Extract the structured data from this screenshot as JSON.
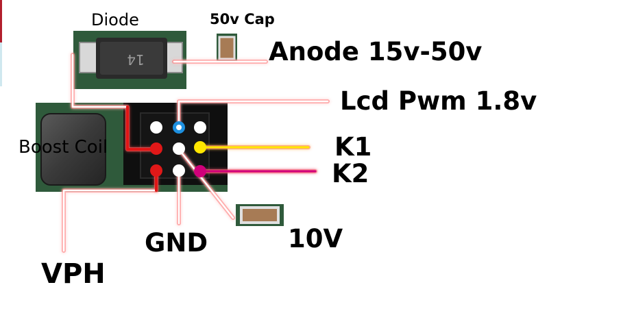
{
  "labels": {
    "diode": "Diode",
    "cap_50v": "50v Cap",
    "anode": "Anode 15v-50v",
    "lcd_pwm": "Lcd Pwm 1.8v",
    "k1": "K1",
    "k2": "K2",
    "boost_coil": "Boost Coil",
    "gnd": "GND",
    "v10": "10V",
    "vph": "VPH"
  },
  "diode_marking": "14",
  "colors": {
    "board_green": "#2f5a3b",
    "connector": "#101010",
    "wire_white": "#ffffff",
    "wire_glow": "#ff7070",
    "pin_blue": "#1e90e0",
    "pin_red": "#e01818",
    "pin_yellow": "#ffe600",
    "pin_magenta": "#d0007a",
    "pin_white": "#ffffff"
  }
}
